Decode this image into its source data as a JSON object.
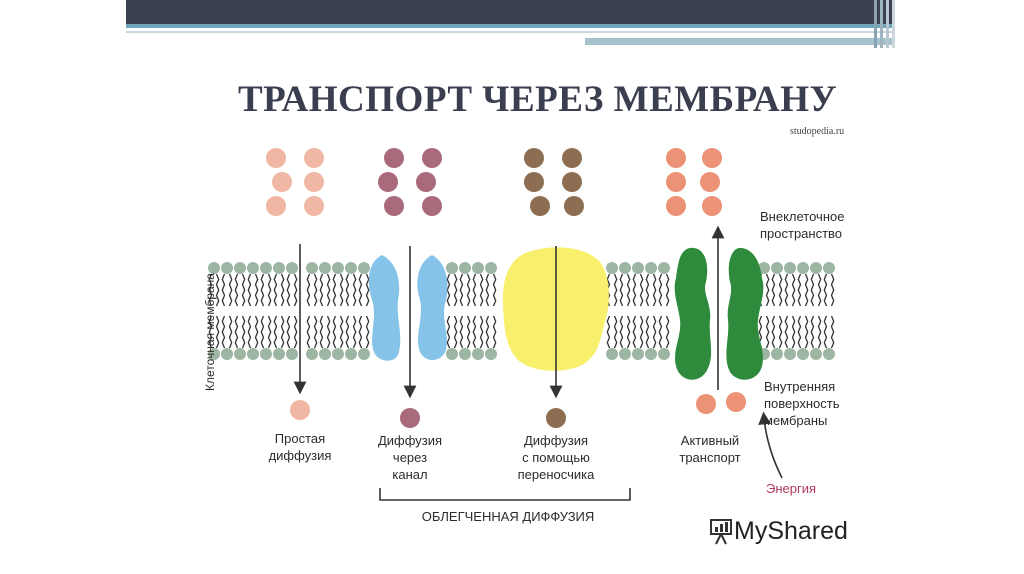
{
  "title": "ТРАНСПОРТ ЧЕРЕЗ МЕМБРАНУ",
  "source": "studopedia.ru",
  "membrane_label": "Клеточная мембрана",
  "extracellular_label": "Внеклеточное\nпространство",
  "inner_surface_label": "Внутренняя\nповерхность\nмембраны",
  "energy_label": "Энергия",
  "facilitated_label": "ОБЛЕГЧЕННАЯ ДИФФУЗИЯ",
  "transport_types": [
    {
      "label": "Простая\nдиффузия",
      "color": "#efb7a4"
    },
    {
      "label": "Диффузия\nчерез\nканал",
      "color": "#a96a7c"
    },
    {
      "label": "Диффузия\nс помощью\nпереносчика",
      "color": "#8e6e52"
    },
    {
      "label": "Активный\nтранспорт",
      "color": "#ec9277"
    }
  ],
  "colors": {
    "header_bar": "#3b4150",
    "header_accent": "#6ca6b8",
    "channel": "#86c3e9",
    "carrier": "#f8ef6c",
    "pump": "#2e8b3c",
    "lipid_head": "#9db6a3",
    "energy": "#b03a5b"
  },
  "logo": {
    "text": "MyShared",
    "icon": "presentation-icon"
  }
}
